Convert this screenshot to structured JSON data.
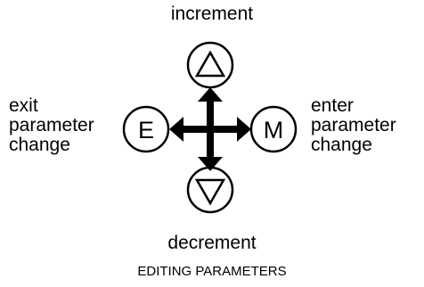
{
  "labels": {
    "increment": "increment",
    "decrement": "decrement",
    "exit_lines": [
      "exit",
      "parameter",
      "change"
    ],
    "enter_lines": [
      "enter",
      "parameter",
      "change"
    ]
  },
  "buttons": {
    "exit": {
      "letter": "E",
      "icon": "E-key"
    },
    "enter": {
      "letter": "M",
      "icon": "M-key"
    },
    "up": {
      "icon": "triangle-up-icon"
    },
    "down": {
      "icon": "triangle-down-icon"
    }
  },
  "center_icon": "four-way-arrow-icon",
  "caption": "EDITING PARAMETERS",
  "colors": {
    "stroke": "#000000",
    "fill": "#000000",
    "background": "#ffffff"
  }
}
